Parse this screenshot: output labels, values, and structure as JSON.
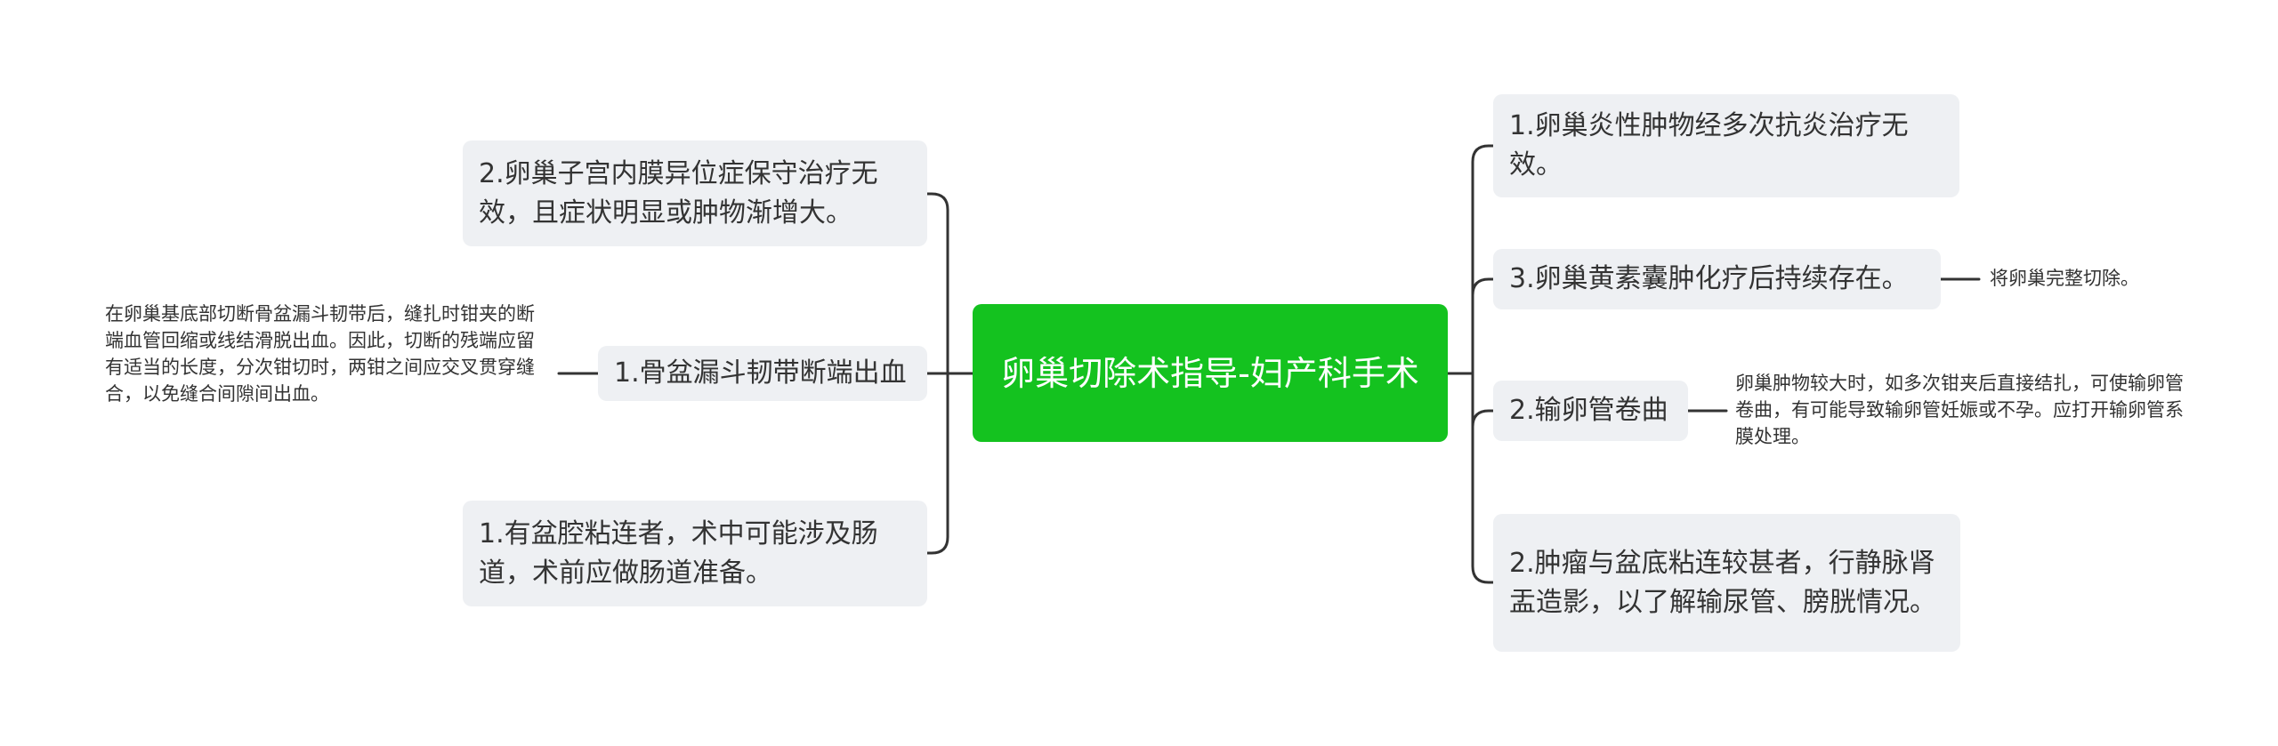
{
  "root": {
    "title": "卵巢切除术指导-妇产科手术"
  },
  "left": [
    {
      "label": "2.卵巢子宫内膜异位症保守治疗无效，且症状明显或肿物渐增大。"
    },
    {
      "label": "1.骨盆漏斗韧带断端出血",
      "note": "在卵巢基底部切断骨盆漏斗韧带后，缝扎时钳夹的断端血管回缩或线结滑脱出血。因此，切断的残端应留有适当的长度，分次钳切时，两钳之间应交叉贯穿缝合，以免缝合间隙间出血。"
    },
    {
      "label": "1.有盆腔粘连者，术中可能涉及肠道，术前应做肠道准备。"
    }
  ],
  "right": [
    {
      "label": "1.卵巢炎性肿物经多次抗炎治疗无效。"
    },
    {
      "label": "3.卵巢黄素囊肿化疗后持续存在。",
      "note": "将卵巢完整切除。"
    },
    {
      "label": "2.输卵管卷曲",
      "note": "卵巢肿物较大时，如多次钳夹后直接结扎，可使输卵管卷曲，有可能导致输卵管妊娠或不孕。应打开输卵管系膜处理。"
    },
    {
      "label": "2.肿瘤与盆底粘连较甚者，行静脉肾盂造影，以了解输尿管、膀胱情况。"
    }
  ],
  "colors": {
    "root": "#14c21f",
    "node": "#eef0f3",
    "line": "#333333",
    "text": "#333333"
  }
}
